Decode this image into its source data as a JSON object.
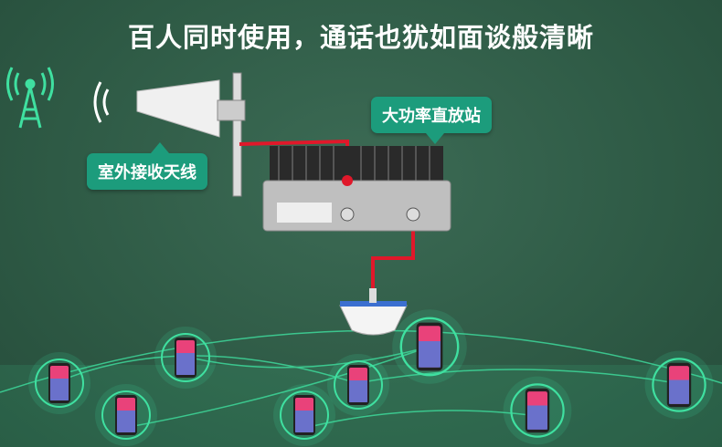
{
  "headline": "百人同时使用，通话也犹如面谈般清晰",
  "labels": {
    "outdoor_antenna": "室外接收天线",
    "repeater": "大功率直放站"
  },
  "colors": {
    "background": "#2e5a45",
    "tag": "#1c9c7c",
    "cable": "#e0182a",
    "network": "#3fe0a0"
  }
}
